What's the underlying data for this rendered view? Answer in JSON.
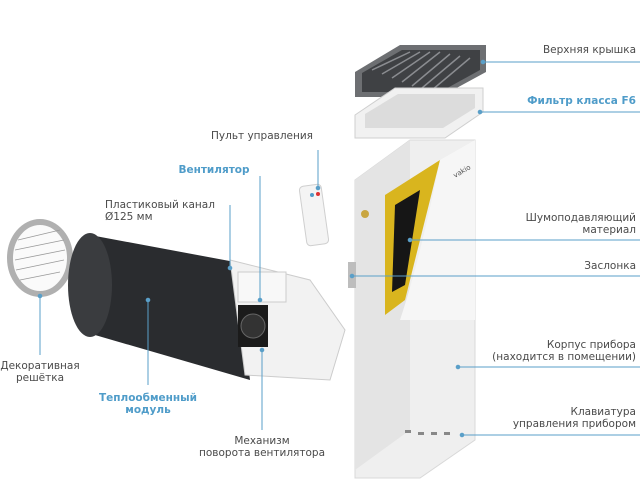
{
  "labels": {
    "top_cover": "Верхняя крышка",
    "filter": "Фильтр класса F6",
    "remote": "Пульт управления",
    "fan": "Вентилятор",
    "duct_line1": "Пластиковый канал",
    "duct_line2": "Ø125 мм",
    "noise_line1": "Шумоподавляющий",
    "noise_line2": "материал",
    "damper": "Заслонка",
    "body_line1": "Корпус прибора",
    "body_line2": "(находится в помещении)",
    "keypad_line1": "Клавиатура",
    "keypad_line2": "управления прибором",
    "grille_line1": "Декоративная",
    "grille_line2": "решётка",
    "heat_line1": "Теплообменный",
    "heat_line2": "модуль",
    "rotation_line1": "Механизм",
    "rotation_line2": "поворота вентилятора"
  },
  "logo": "vakio",
  "colors": {
    "accent": "#4f9cc9",
    "leader": "#5a9fc8",
    "insulation": "#d9b51e",
    "text": "#4a4a4a"
  }
}
